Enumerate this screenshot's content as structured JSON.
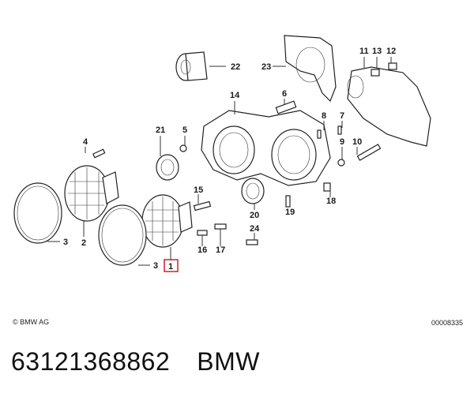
{
  "callouts": [
    {
      "id": "c22",
      "text": "22"
    },
    {
      "id": "c23",
      "text": "23"
    },
    {
      "id": "c11",
      "text": "11"
    },
    {
      "id": "c13",
      "text": "13"
    },
    {
      "id": "c12",
      "text": "12"
    },
    {
      "id": "c14",
      "text": "14"
    },
    {
      "id": "c6",
      "text": "6"
    },
    {
      "id": "c8",
      "text": "8"
    },
    {
      "id": "c7",
      "text": "7"
    },
    {
      "id": "c21",
      "text": "21"
    },
    {
      "id": "c5",
      "text": "5"
    },
    {
      "id": "c4",
      "text": "4"
    },
    {
      "id": "c9",
      "text": "9"
    },
    {
      "id": "c10",
      "text": "10"
    },
    {
      "id": "c15",
      "text": "15"
    },
    {
      "id": "c18",
      "text": "18"
    },
    {
      "id": "c19",
      "text": "19"
    },
    {
      "id": "c20",
      "text": "20"
    },
    {
      "id": "c24",
      "text": "24"
    },
    {
      "id": "c3a",
      "text": "3"
    },
    {
      "id": "c2",
      "text": "2"
    },
    {
      "id": "c16",
      "text": "16"
    },
    {
      "id": "c17",
      "text": "17"
    },
    {
      "id": "c3b",
      "text": "3"
    },
    {
      "id": "c1",
      "text": "1"
    }
  ],
  "highlight_color": "#d0202a",
  "copyright": "© BMW AG",
  "drawing_code": "00008335",
  "part_number": "63121368862",
  "brand": "BMW"
}
